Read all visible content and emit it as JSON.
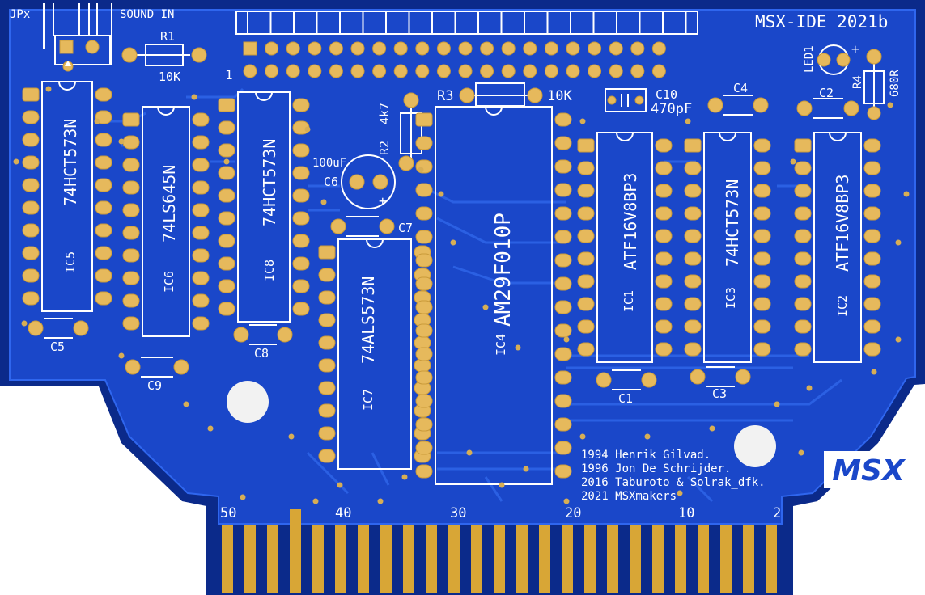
{
  "board": {
    "title": "MSX-IDE 2021b",
    "colors": {
      "board": "#1a47c9",
      "edge": "#0b2a8a",
      "pad": "#e6b95c",
      "finger": "#d8a636",
      "silk": "#ffffff"
    },
    "header_labels": {
      "jpx": "JPx",
      "sound_in": "SOUND IN",
      "pin1": "1"
    },
    "resistors": [
      {
        "ref": "R1",
        "value": "10K"
      },
      {
        "ref": "R2",
        "value": "4k7"
      },
      {
        "ref": "R3",
        "value": "10K"
      },
      {
        "ref": "R4",
        "value": "680R"
      }
    ],
    "capacitors": [
      {
        "ref": "C1"
      },
      {
        "ref": "C2"
      },
      {
        "ref": "C3"
      },
      {
        "ref": "C4"
      },
      {
        "ref": "C5"
      },
      {
        "ref": "C6",
        "value": "100uF"
      },
      {
        "ref": "C7"
      },
      {
        "ref": "C8"
      },
      {
        "ref": "C9"
      },
      {
        "ref": "C10",
        "value": "470pF"
      }
    ],
    "led": {
      "ref": "LED1",
      "plus": "+"
    },
    "c6_plus": "+",
    "chips": [
      {
        "ref": "IC5",
        "part": "74HCT573N"
      },
      {
        "ref": "IC6",
        "part": "74LS645N"
      },
      {
        "ref": "IC8",
        "part": "74HCT573N"
      },
      {
        "ref": "IC7",
        "part": "74ALS573N"
      },
      {
        "ref": "IC4",
        "part": "AM29F010P"
      },
      {
        "ref": "IC1",
        "part": "ATF16V8BP3"
      },
      {
        "ref": "IC3",
        "part": "74HCT573N"
      },
      {
        "ref": "IC2",
        "part": "ATF16V8BP3"
      }
    ],
    "credits": [
      "1994 Henrik Gilvad.",
      "1996 Jon De Schrijder.",
      "2016 Taburoto & Solrak_dfk.",
      "2021 MSXmakers"
    ],
    "logo": "MSX",
    "edge_numbers": [
      "50",
      "40",
      "30",
      "20",
      "10",
      "2"
    ]
  }
}
